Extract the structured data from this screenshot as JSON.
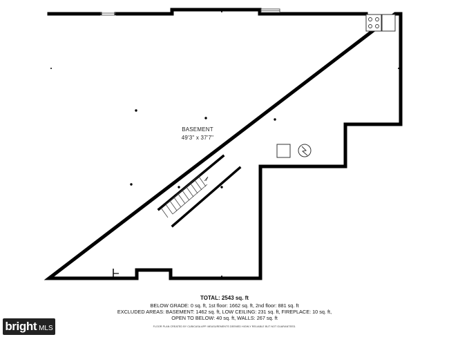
{
  "floor_plan": {
    "room": {
      "name": "BASEMENT",
      "dimensions": "49'3\" x 37'7\""
    }
  },
  "summary": {
    "total": "TOTAL: 2543 sq. ft",
    "below_grade": "BELOW GRADE: 0 sq. ft, 1st floor: 1662 sq. ft, 2nd floor: 881 sq. ft",
    "excluded_1": "EXCLUDED AREAS: BASEMENT: 1462 sq. ft, LOW CEILING: 231 sq. ft, FIREPLACE: 10 sq. ft,",
    "excluded_2": "OPEN TO BELOW: 40 sq. ft, WALLS: 267 sq. ft",
    "disclaimer": "FLOOR PLAN CREATED BY CUBICASA APP. MEASUREMENTS DEEMED HIGHLY RELIABLE BUT NOT GUARANTEED."
  },
  "logo": {
    "brand": "bright",
    "suffix": "MLS",
    "color": "#222222"
  },
  "colors": {
    "wall": "#000000",
    "fixture": "#555555",
    "background": "#ffffff"
  },
  "icons": [
    "range-icon",
    "water-heater-icon",
    "electrical-panel-icon",
    "stairs-icon"
  ]
}
